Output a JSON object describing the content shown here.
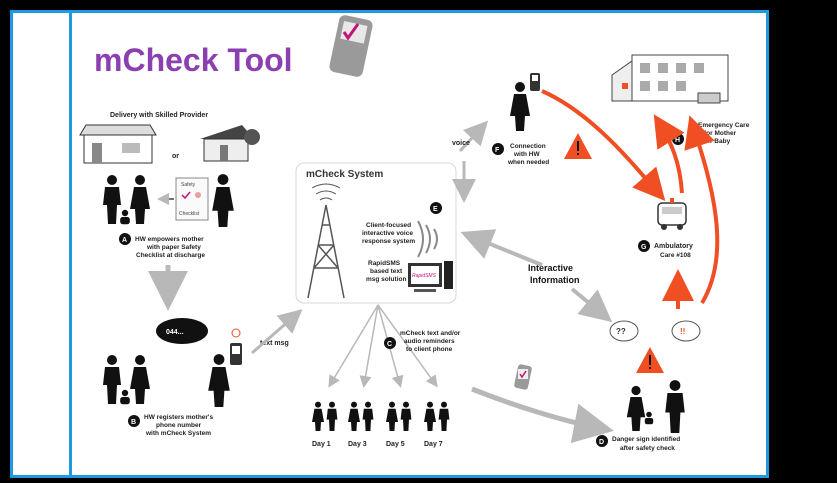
{
  "title": "mCheck Tool",
  "colors": {
    "title": "#8b3fb0",
    "border": "#1e9ae0",
    "danger": "#f04e23",
    "arrow_gray": "#b8b8b8"
  },
  "delivery": {
    "heading": "Delivery with Skilled Provider",
    "or": "or"
  },
  "checklist": {
    "l1": "Safety",
    "l2": "Checklist"
  },
  "step_a": {
    "badge": "A",
    "l1": "HW empowers mother",
    "l2": "with paper Safety",
    "l3": "Checklist at discharge"
  },
  "step_b": {
    "badge": "B",
    "l1": "HW registers mother's",
    "l2": "phone number",
    "l3": "with mCheck System",
    "bubble": "044..."
  },
  "text_msg": "text msg",
  "system": {
    "title": "mCheck System",
    "ivr_l1": "Client-focused",
    "ivr_l2": "interactive voice",
    "ivr_l3": "response system",
    "sms_l1": "RapidSMS",
    "sms_l2": "based text",
    "sms_l3": "msg solution",
    "screen_text": "RapidSMS"
  },
  "badge_e": "E",
  "voice": "voice",
  "step_f": {
    "badge": "F",
    "l1": "Connection",
    "l2": "with HW",
    "l3": "when needed"
  },
  "step_h": {
    "badge": "H",
    "l1": "Emergency Care",
    "l2": "for Mother",
    "l3": "or Baby"
  },
  "step_g": {
    "badge": "G",
    "l1": "Ambulatory",
    "l2": "Care #108"
  },
  "interactive": {
    "l1": "Interactive",
    "l2": "Information"
  },
  "step_c": {
    "badge": "C",
    "l1": "mCheck text and/or",
    "l2": "audio reminders",
    "l3": "to client phone"
  },
  "days": [
    "Day 1",
    "Day 3",
    "Day 5",
    "Day 7"
  ],
  "bubbles": {
    "q": "??",
    "excl": "!!"
  },
  "step_d": {
    "badge": "D",
    "l1": "Danger sign identified",
    "l2": "after safety check"
  }
}
